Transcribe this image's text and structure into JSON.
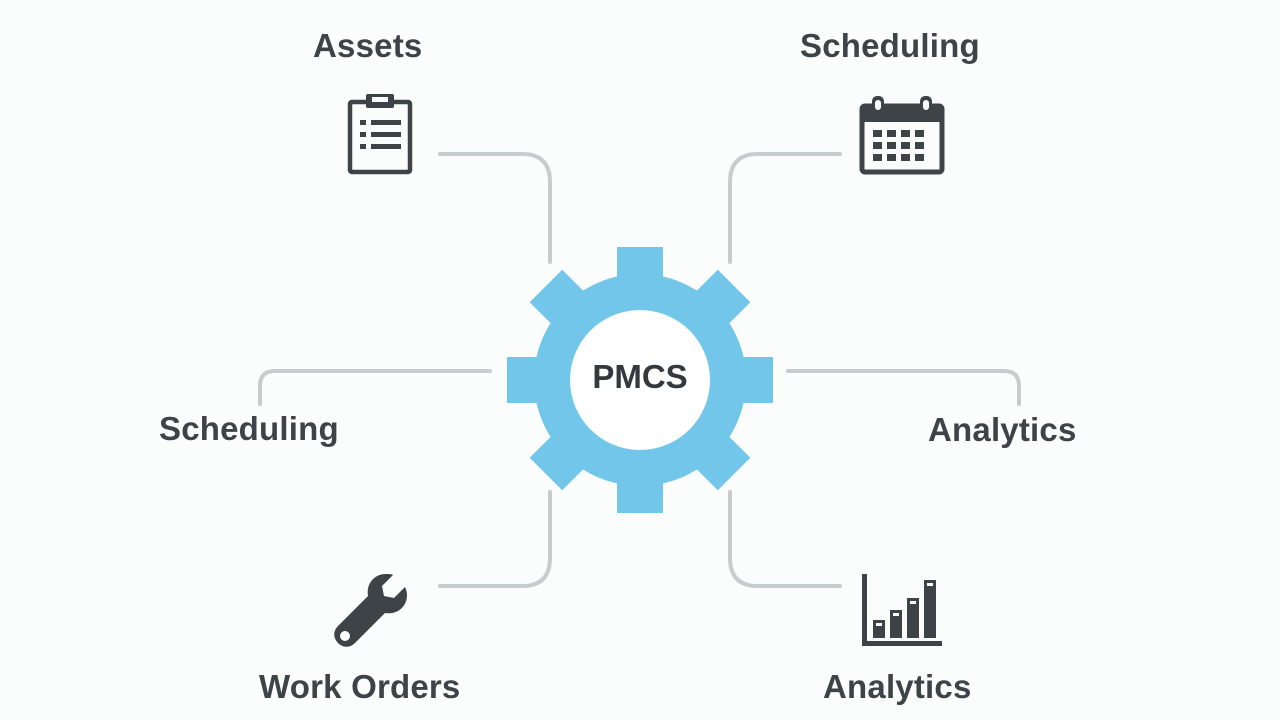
{
  "center": {
    "label": "PMCS"
  },
  "nodes": {
    "top_left": {
      "label": "Assets",
      "icon": "clipboard-icon"
    },
    "top_right": {
      "label": "Scheduling",
      "icon": "calendar-icon"
    },
    "middle_left": {
      "label": "Scheduling"
    },
    "middle_right": {
      "label": "Analytics"
    },
    "bottom_left": {
      "label": "Work Orders",
      "icon": "wrench-icon"
    },
    "bottom_right": {
      "label": "Analytics",
      "icon": "bar-chart-icon"
    }
  },
  "colors": {
    "gear": "#72c6ea",
    "connector": "#c9cccd",
    "icon": "#3d4347",
    "text": "#3d4347"
  }
}
